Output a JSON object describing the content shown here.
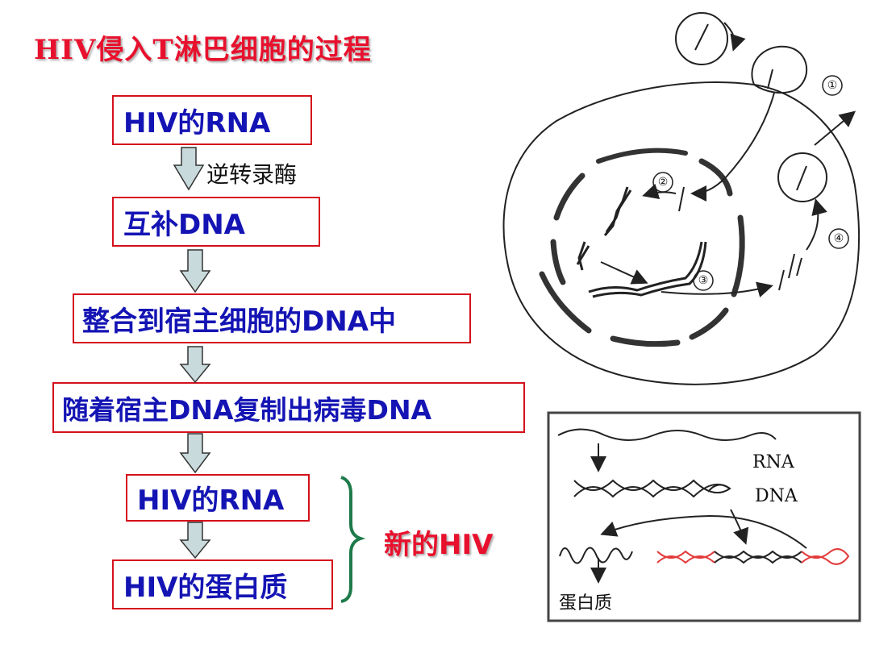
{
  "title": "HIV侵入T淋巴细胞的过程",
  "flow": {
    "step1": "HIV的RNA",
    "enzyme": "逆转录酶",
    "step2": "互补DNA",
    "step3": "整合到宿主细胞的DNA中",
    "step4": "随着宿主DNA复制出病毒DNA",
    "step5": "HIV的RNA",
    "step6": "HIV的蛋白质",
    "bracket_label": "新的HIV"
  },
  "cell_figure": {
    "markers": [
      "①",
      "②",
      "③",
      "④"
    ]
  },
  "inset_figure": {
    "label_rna": "RNA",
    "label_dna": "DNA",
    "label_protein": "蛋白质"
  },
  "colors": {
    "title": "#e8112d",
    "box_border": "#d4101b",
    "box_text": "#1414b4",
    "bracket": "#1e7a4a",
    "arrow_fill": "#c9dadd"
  }
}
